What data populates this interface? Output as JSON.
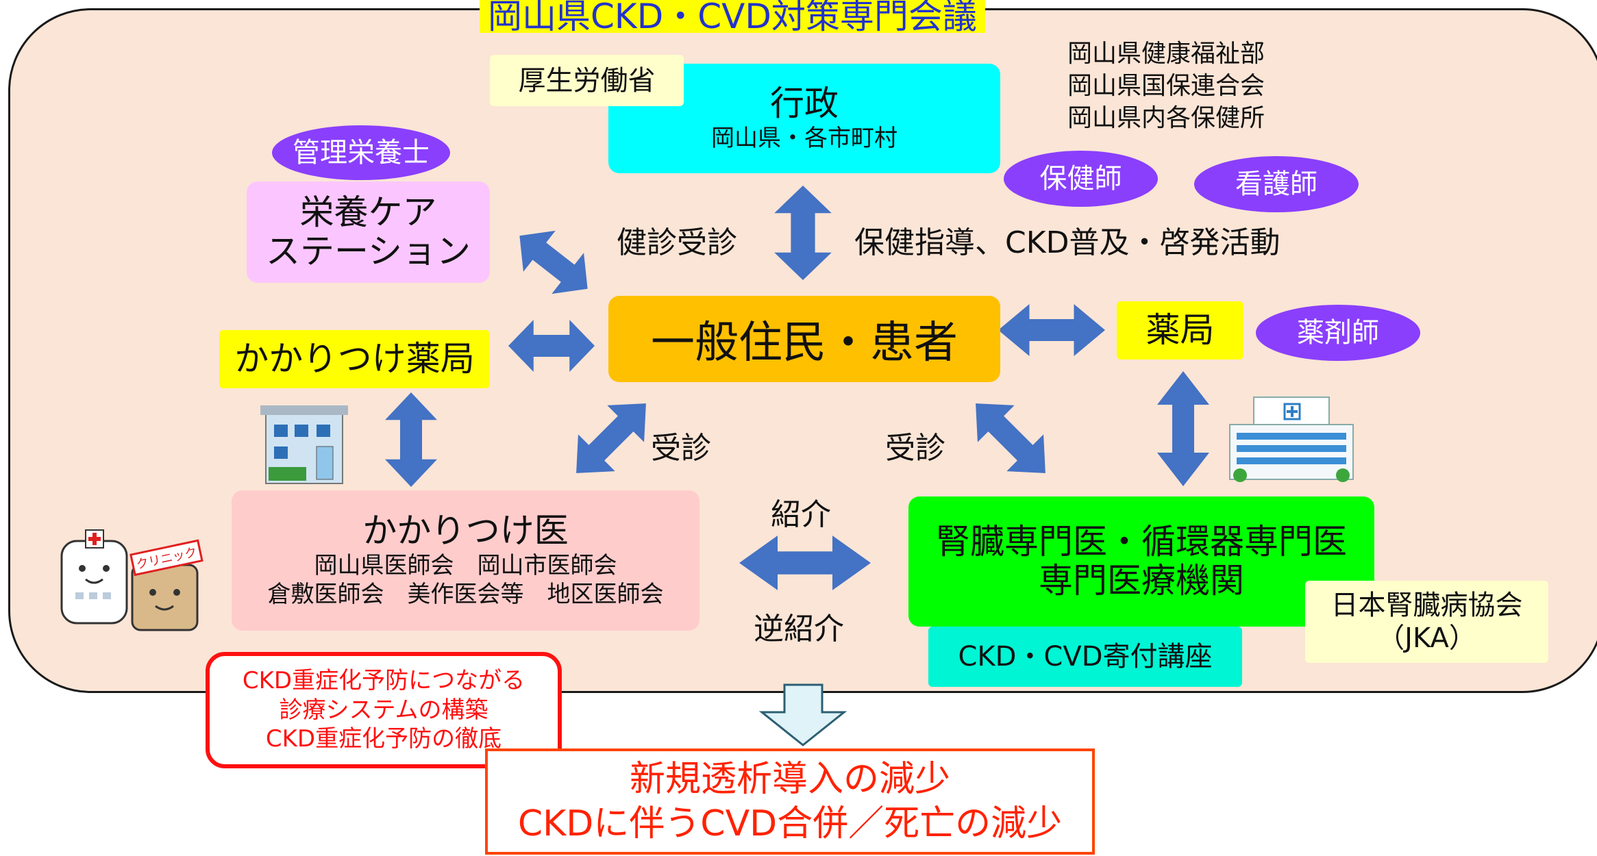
{
  "title": "岡山県CKD・CVD対策専門会議",
  "admin": {
    "ministry": "厚生労働省",
    "title": "行政",
    "subtitle": "岡山県・各市町村",
    "orgs": [
      "岡山県健康福祉部",
      "岡山県国保連合会",
      "岡山県内各保健所"
    ]
  },
  "roles": {
    "dietitian": "管理栄養士",
    "public_health_nurse": "保健師",
    "nurse": "看護師",
    "pharmacist": "薬剤師"
  },
  "nutrition": {
    "line1": "栄養ケア",
    "line2": "ステーション"
  },
  "family_pharmacy": "かかりつけ薬局",
  "center": "一般住民・患者",
  "pharmacy": "薬局",
  "labels": {
    "checkup": "健診受診",
    "guidance": "保健指導、CKD普及・啓発活動",
    "visit_left": "受診",
    "visit_right": "受診",
    "referral": "紹介",
    "reverse_referral": "逆紹介"
  },
  "gp": {
    "title": "かかりつけ医",
    "line1": "岡山県医師会　岡山市医師会",
    "line2": "倉敷医師会　美作医会等　地区医師会"
  },
  "specialist": {
    "line1": "腎臓専門医・循環器専門医",
    "line2": "専門医療機関"
  },
  "endowed": "CKD・CVD寄付講座",
  "jka": {
    "line1": "日本腎臓病協会",
    "line2": "（JKA）"
  },
  "clinic_sign": "クリニック",
  "callout": {
    "line1": "CKD重症化予防につながる",
    "line2": "診療システムの構築",
    "line3": "CKD重症化予防の徹底"
  },
  "result": {
    "line1": "新規透析導入の減少",
    "line2": "CKDに伴うCVD合併／死亡の減少"
  },
  "colors": {
    "arrow": "#4472c4",
    "panel": "#fbe5d6",
    "oval": "#8a3ffc",
    "title_text": "#2233cc",
    "accent_red": "#ff1010"
  }
}
